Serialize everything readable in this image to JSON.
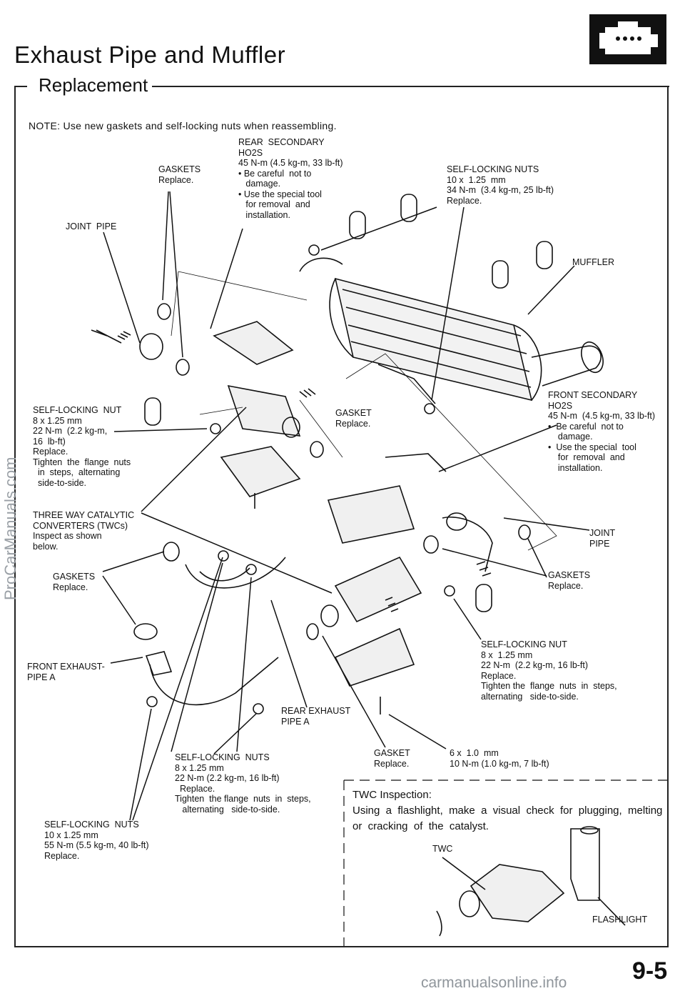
{
  "header": {
    "title": "Exhaust Pipe and Muffler",
    "subtitle": "Replacement",
    "logo_icon": "engine-icon"
  },
  "note": "NOTE:  Use new gaskets and self-locking nuts when reassembling.",
  "labels": {
    "rear_ho2s": "REAR  SECONDARY\nHO2S\n45 N-m (4.5 kg-m, 33 lb-ft)\n• Be careful  not to\n   damage.\n• Use the special tool\n   for removal  and\n   installation.",
    "gaskets_top": "GASKETS\nReplace.",
    "joint_pipe_top": "JOINT  PIPE",
    "self_locking_nuts_top": "SELF-LOCKING NUTS\n10 x  1.25  mm\n34 N-m  (3.4 kg-m, 25 lb-ft)\nReplace.",
    "muffler": "MUFFLER",
    "self_locking_nut_left": "SELF-LOCKING  NUT\n8 x 1.25 mm\n22 N-m  (2.2 kg-m,\n16  lb-ft)\nReplace.\nTighten  the  flange  nuts\n  in  steps,  alternating\n  side-to-side.",
    "gasket_mid": "GASKET\nReplace.",
    "front_ho2s": "FRONT SECONDARY\nHO2S\n45 N-m  (4.5 kg-m, 33 lb-ft)\n•  Be careful  not to\n    damage.\n•  Use the special  tool\n    for  removal  and\n    installation.",
    "three_way": "THREE WAY CATALYTIC\nCONVERTERS (TWCs)\nInspect as shown\nbelow.",
    "joint_pipe_right": "JOINT\nPIPE",
    "gaskets_left": "GASKETS\nReplace.",
    "gaskets_right": "GASKETS\nReplace.",
    "self_locking_nut_right": "SELF-LOCKING NUT\n8 x  1.25 mm\n22 N-m  (2.2 kg-m, 16 lb-ft)\nReplace.\nTighten the  flange  nuts  in  steps,\nalternating   side-to-side.",
    "front_exhaust": "FRONT EXHAUST-\nPIPE A",
    "rear_exhaust": "REAR EXHAUST\nPIPE A",
    "self_locking_nuts_bottom": "SELF-LOCKING  NUTS\n8 x 1.25 mm\n22 N-m (2.2 kg-m, 16 lb-ft)\n  Replace.\nTighten  the flange  nuts  in  steps,\n   alternating   side-to-side.",
    "gasket_bottom": "GASKET\nReplace.",
    "bolt_spec": "6 x  1.0  mm\n10 N-m (1.0 kg-m, 7 lb-ft)",
    "self_locking_nuts_big": "SELF-LOCKING  NUTS\n10 x 1.25 mm\n55 N-m (5.5 kg-m, 40 lb-ft)\nReplace."
  },
  "twc_inspection": {
    "title": "TWC Inspection:",
    "text": "Using  a  flashlight,  make  a  visual  check  for  plugging,  melting\nor  cracking  of  the  catalyst.",
    "twc_label": "TWC",
    "flashlight_label": "FLASHLIGHT"
  },
  "page_number": "9-5",
  "watermarks": {
    "side": "ProCarManuals.com",
    "bottom": "carmanualsonline.info"
  }
}
